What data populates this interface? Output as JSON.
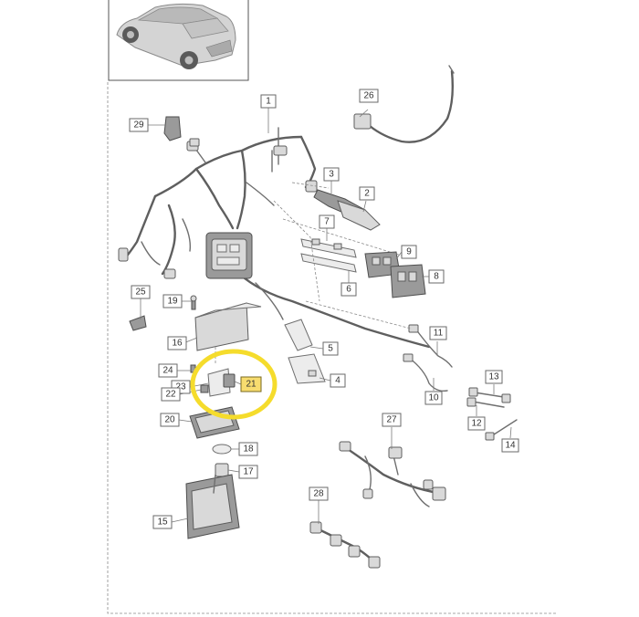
{
  "diagram": {
    "highlight_color": "#f7dc6f",
    "callout_ring_color": "#f5dc2c",
    "labels": [
      {
        "id": "1",
        "text": "1"
      },
      {
        "id": "2",
        "text": "2"
      },
      {
        "id": "3",
        "text": "3"
      },
      {
        "id": "4",
        "text": "4"
      },
      {
        "id": "5",
        "text": "5"
      },
      {
        "id": "6",
        "text": "6"
      },
      {
        "id": "7",
        "text": "7"
      },
      {
        "id": "8",
        "text": "8"
      },
      {
        "id": "9",
        "text": "9"
      },
      {
        "id": "10",
        "text": "10"
      },
      {
        "id": "11",
        "text": "11"
      },
      {
        "id": "12",
        "text": "12"
      },
      {
        "id": "13",
        "text": "13"
      },
      {
        "id": "14",
        "text": "14"
      },
      {
        "id": "15",
        "text": "15"
      },
      {
        "id": "16",
        "text": "16"
      },
      {
        "id": "17",
        "text": "17"
      },
      {
        "id": "18",
        "text": "18"
      },
      {
        "id": "19",
        "text": "19"
      },
      {
        "id": "20",
        "text": "20"
      },
      {
        "id": "21",
        "text": "21",
        "highlighted": true
      },
      {
        "id": "22",
        "text": "22"
      },
      {
        "id": "23",
        "text": "23"
      },
      {
        "id": "24",
        "text": "24"
      },
      {
        "id": "25",
        "text": "25"
      },
      {
        "id": "26",
        "text": "26"
      },
      {
        "id": "27",
        "text": "27"
      },
      {
        "id": "28",
        "text": "28"
      },
      {
        "id": "29",
        "text": "29"
      }
    ]
  }
}
